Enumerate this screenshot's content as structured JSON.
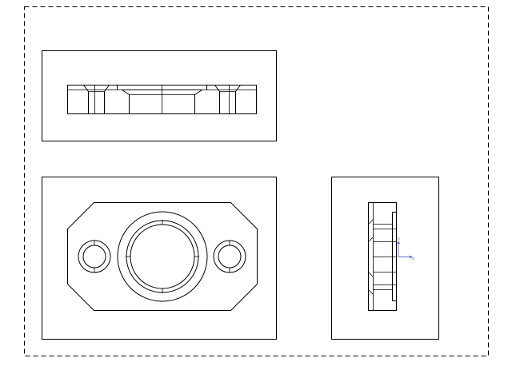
{
  "drawing": {
    "views": [
      "top-view",
      "front-view",
      "side-view"
    ],
    "axis": {
      "x_label": "x",
      "y_label": "y",
      "color": "#6a6ae0"
    },
    "line_color": "#000000",
    "background": "#ffffff"
  }
}
